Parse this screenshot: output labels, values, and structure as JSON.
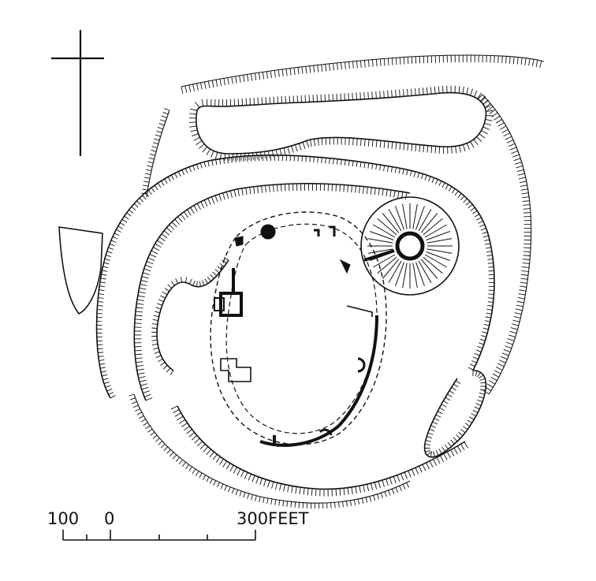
{
  "colors": {
    "ink": "#111111",
    "paper": "#ffffff"
  },
  "compass": {
    "icon": "north-cross-icon"
  },
  "scale_bar": {
    "label_left": "100",
    "label_zero": "0",
    "label_right": "300FEET"
  }
}
